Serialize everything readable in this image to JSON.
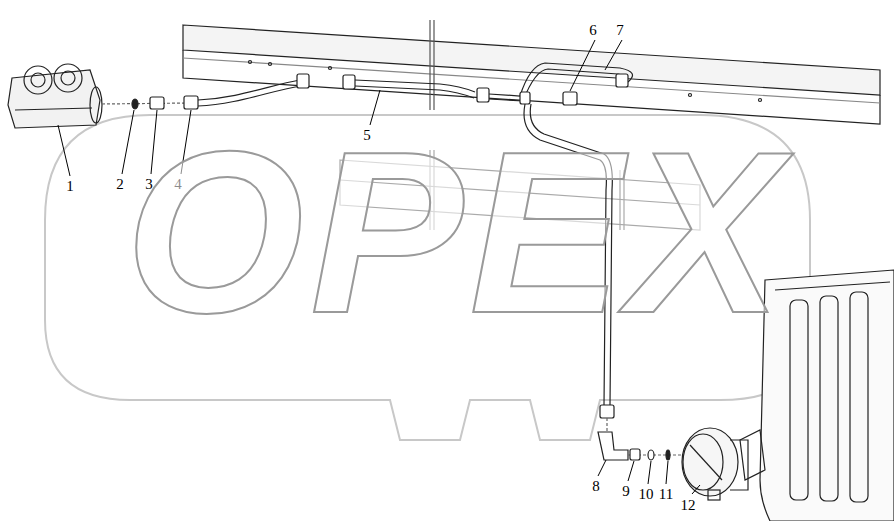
{
  "diagram": {
    "labels": [
      "1",
      "2",
      "3",
      "4",
      "5",
      "6",
      "7",
      "8",
      "9",
      "10",
      "11",
      "12",
      "OPEX"
    ]
  }
}
